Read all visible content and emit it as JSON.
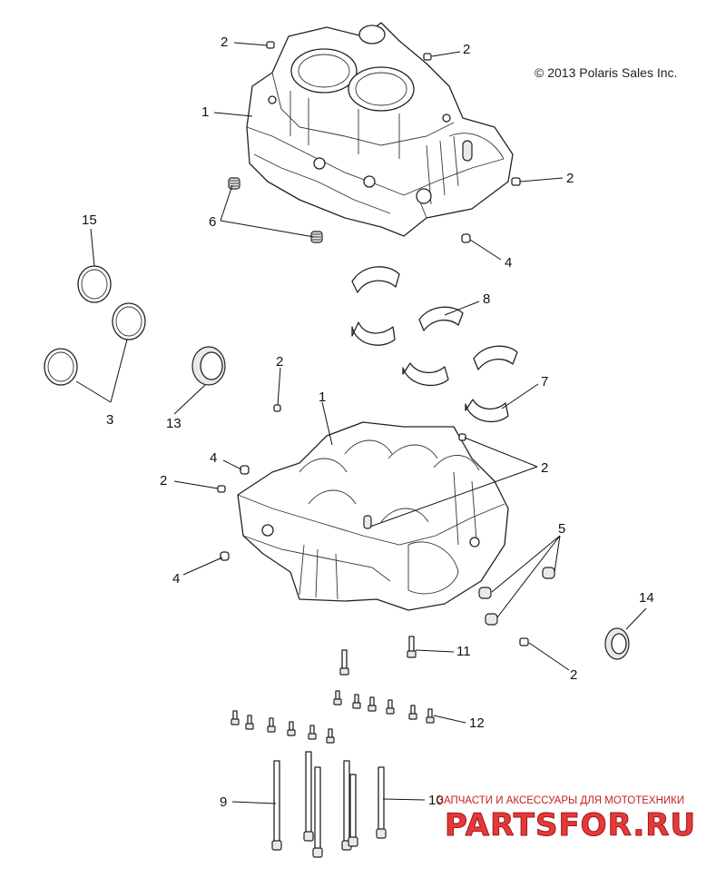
{
  "copyright": "© 2013 Polaris Sales Inc.",
  "callouts": {
    "c1a": "1",
    "c1b": "1",
    "c2a": "2",
    "c2b": "2",
    "c2c": "2",
    "c2d": "2",
    "c2e": "2",
    "c2f": "2",
    "c2g": "2",
    "c3": "3",
    "c4a": "4",
    "c4b": "4",
    "c4c": "4",
    "c5": "5",
    "c6": "6",
    "c7": "7",
    "c8": "8",
    "c9": "9",
    "c10": "10",
    "c11": "11",
    "c12": "12",
    "c13": "13",
    "c14": "14",
    "c15": "15"
  },
  "watermark": {
    "tagline": "ЗАПЧАСТИ И АКСЕССУАРЫ ДЛЯ МОТОТЕХНИКИ",
    "logo": "PARTSFOR.RU"
  }
}
